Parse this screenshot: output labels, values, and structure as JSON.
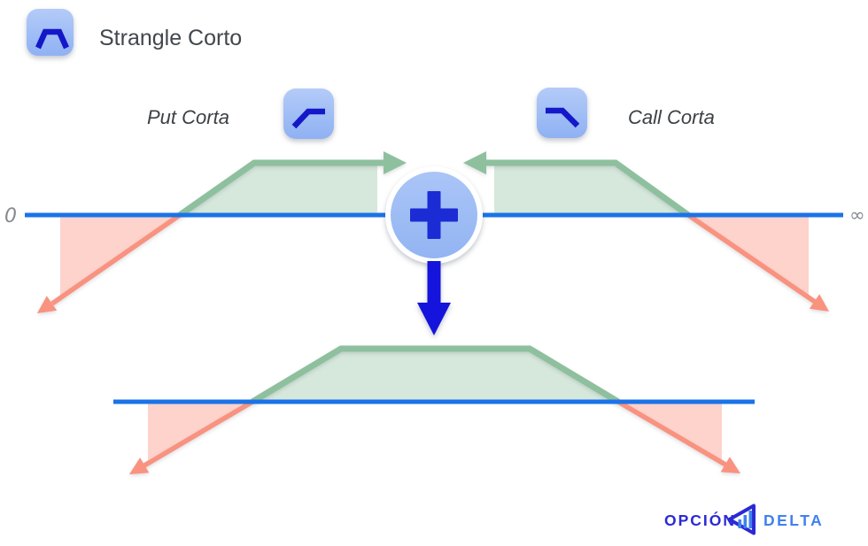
{
  "header": {
    "title": "Strangle Corto",
    "icon": "short-strangle-payoff-icon"
  },
  "legs": {
    "put": {
      "label": "Put Corta",
      "icon": "short-put-payoff-icon"
    },
    "call": {
      "label": "Call Corta",
      "icon": "short-call-payoff-icon"
    }
  },
  "axis": {
    "zero_label": "0",
    "infinity_label": "∞"
  },
  "operation": {
    "operator": "plus",
    "operator_icon": "plus-icon",
    "result_icon": "down-arrow-icon",
    "result": "short-strangle-combined-payoff"
  },
  "brand": {
    "primary": "OPCIÓN",
    "secondary": "DELTA",
    "icon": "triangle-bars-logo-icon"
  },
  "colors": {
    "axis_blue": "#1a73e8",
    "green_stroke": "#8ec09e",
    "green_fill": "#d6e8db",
    "red_stroke": "#f9927f",
    "red_fill": "#fdd3cc",
    "icon_bg_light": "#b3cbf8",
    "icon_bg_dark": "#8fb1f3",
    "circle_light": "#abc5f7",
    "circle_dark": "#92b4f2",
    "glyph_blue": "#1418c9",
    "plus_blue": "#1b2cd5",
    "arrow_blue": "#1414dd",
    "title_text": "#41474d",
    "label_text": "#3c4146",
    "axis_label": "#85898f",
    "brand_dark": "#2a2ad4",
    "brand_light": "#4080f0"
  }
}
